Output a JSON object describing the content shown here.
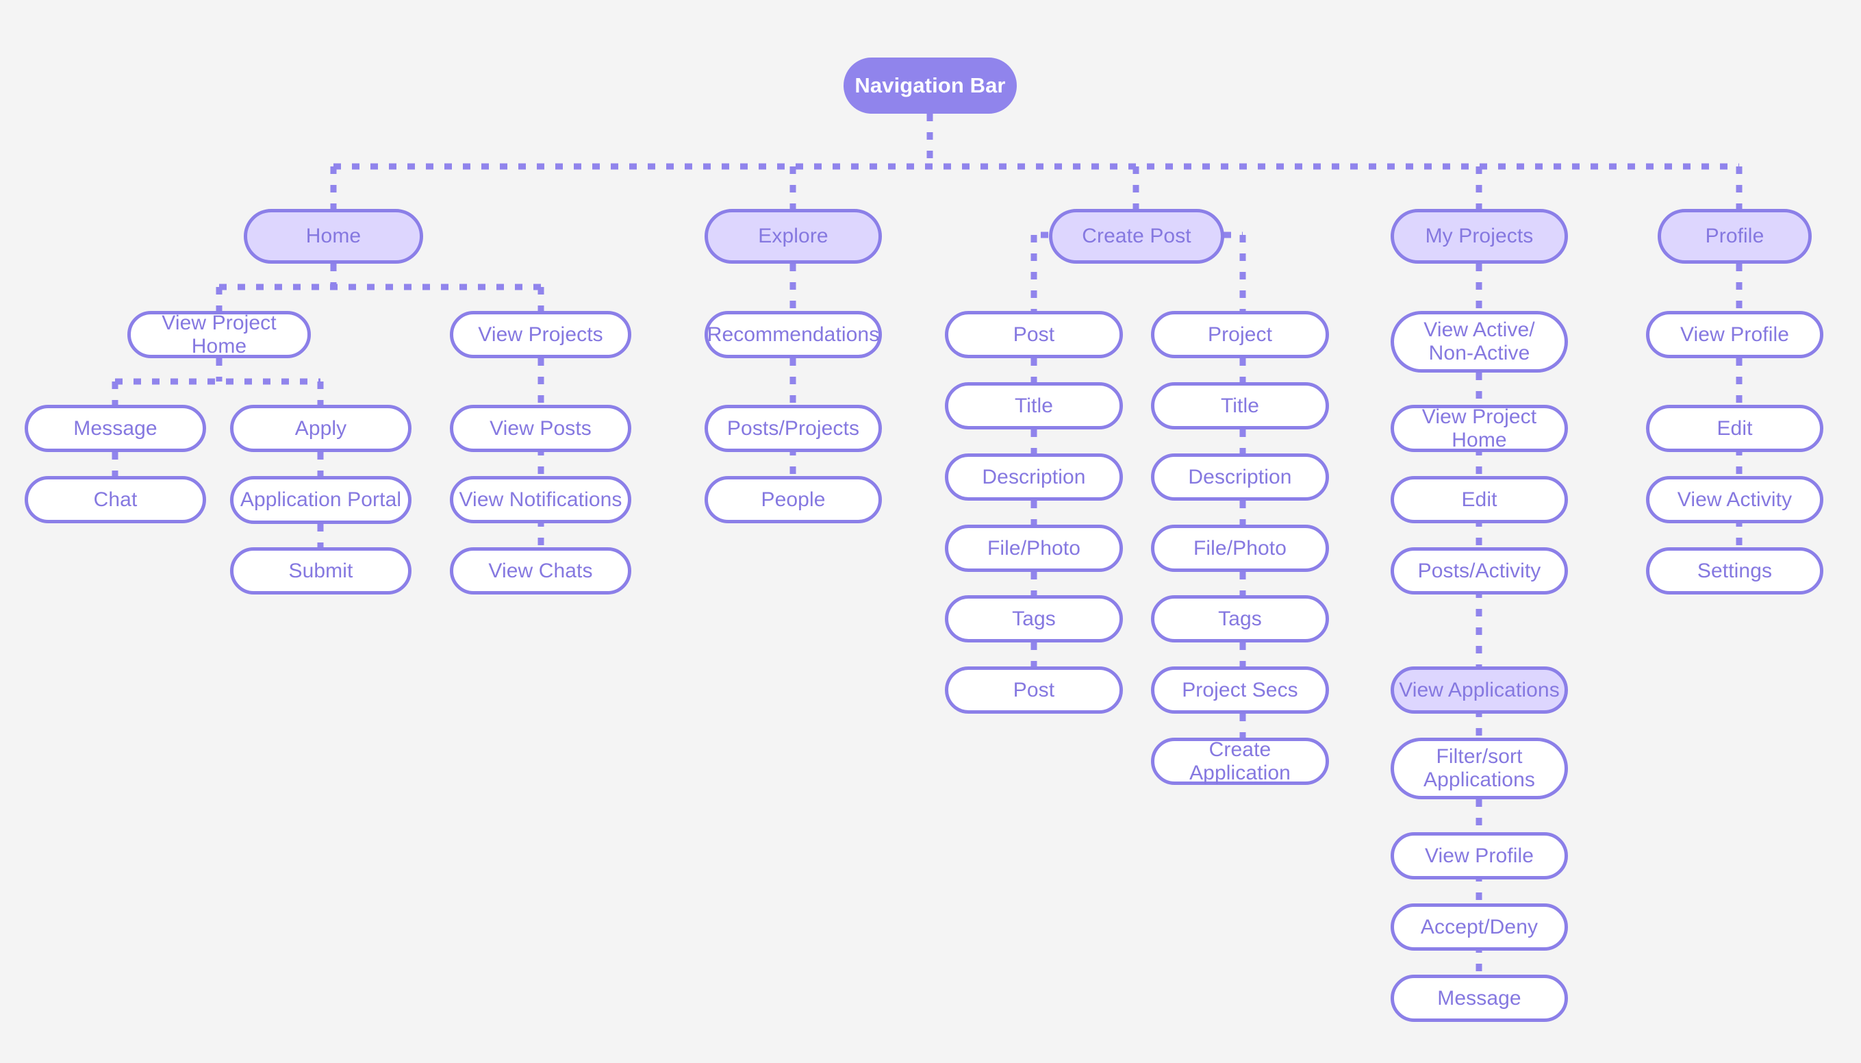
{
  "diagram": {
    "title": "Navigation Bar site map",
    "background_color": "#f4f4f4",
    "accent_color": "#8b7fe8",
    "root_fill_color": "#9084ec",
    "highlight_fill_color": "#ddd6fe",
    "node_text_color": "#8578e0",
    "root_text_color": "#ffffff",
    "connector_style": "dashed"
  },
  "nodes": {
    "root": {
      "label": "Navigation Bar"
    },
    "home": {
      "label": "Home"
    },
    "explore": {
      "label": "Explore"
    },
    "create_post": {
      "label": "Create Post"
    },
    "my_projects": {
      "label": "My Projects"
    },
    "profile": {
      "label": "Profile"
    },
    "home_view_project_home": {
      "label": "View Project Home"
    },
    "home_message": {
      "label": "Message"
    },
    "home_chat": {
      "label": "Chat"
    },
    "home_apply": {
      "label": "Apply"
    },
    "home_application_portal": {
      "label": "Application Portal"
    },
    "home_submit": {
      "label": "Submit"
    },
    "home_view_projects": {
      "label": "View Projects"
    },
    "home_view_posts": {
      "label": "View Posts"
    },
    "home_view_notifications": {
      "label": "View Notifications"
    },
    "home_view_chats": {
      "label": "View Chats"
    },
    "explore_recommendations": {
      "label": "Recommendations"
    },
    "explore_posts_projects": {
      "label": "Posts/Projects"
    },
    "explore_people": {
      "label": "People"
    },
    "cp_post": {
      "label": "Post"
    },
    "cp_post_title": {
      "label": "Title"
    },
    "cp_post_description": {
      "label": "Description"
    },
    "cp_post_file_photo": {
      "label": "File/Photo"
    },
    "cp_post_tags": {
      "label": "Tags"
    },
    "cp_post_post": {
      "label": "Post"
    },
    "cp_project": {
      "label": "Project"
    },
    "cp_project_title": {
      "label": "Title"
    },
    "cp_project_description": {
      "label": "Description"
    },
    "cp_project_file_photo": {
      "label": "File/Photo"
    },
    "cp_project_tags": {
      "label": "Tags"
    },
    "cp_project_secs": {
      "label": "Project Secs"
    },
    "cp_create_application": {
      "label": "Create Application"
    },
    "mp_view_active": {
      "label": "View Active/\nNon-Active"
    },
    "mp_view_project_home": {
      "label": "View Project Home"
    },
    "mp_edit": {
      "label": "Edit"
    },
    "mp_posts_activity": {
      "label": "Posts/Activity"
    },
    "mp_view_applications": {
      "label": "View Applications"
    },
    "mp_filter_sort": {
      "label": "Filter/sort\nApplications"
    },
    "mp_view_profile": {
      "label": "View Profile"
    },
    "mp_accept_deny": {
      "label": "Accept/Deny"
    },
    "mp_message": {
      "label": "Message"
    },
    "pr_view_profile": {
      "label": "View Profile"
    },
    "pr_edit": {
      "label": "Edit"
    },
    "pr_view_activity": {
      "label": "View Activity"
    },
    "pr_settings": {
      "label": "Settings"
    }
  }
}
